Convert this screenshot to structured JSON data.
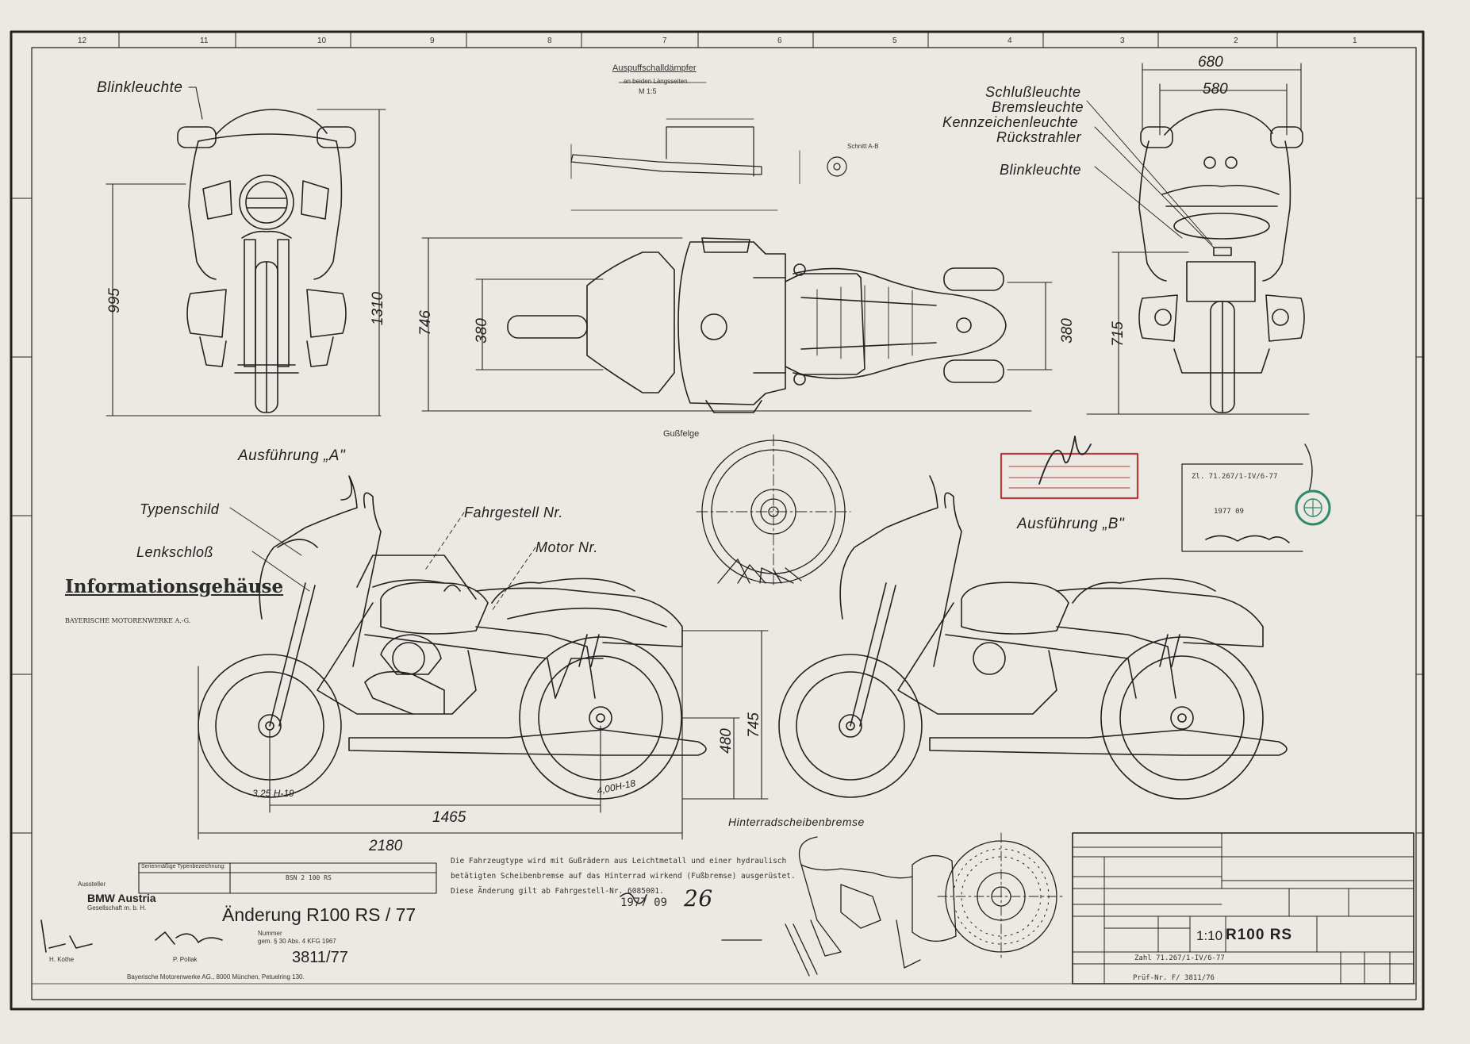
{
  "labels": {
    "blinkleuchte_front": "Blinkleuchte",
    "schlussleuchte": "Schlußleuchte",
    "bremsleuchte": "Bremsleuchte",
    "kennzeichenleuchte": "Kennzeichenleuchte",
    "rueckstrahler": "Rückstrahler",
    "blinkleuchte_rear": "Blinkleuchte",
    "ausfuehrung_a": "Ausführung „A\"",
    "ausfuehrung_b": "Ausführung „B\"",
    "gussfelge": "Gußfelge",
    "typenschild": "Typenschild",
    "lenkschloss": "Lenkschloß",
    "fahrgestell_nr": "Fahrgestell Nr.",
    "motor_nr": "Motor Nr.",
    "hinterradscheibenbremse": "Hinterradscheibenbremse",
    "auspuff_title": "Auspuffschalldämpfer",
    "auspuff_sub": "an beiden Längsseiten",
    "auspuff_scale": "M 1:5",
    "schnitt": "Schnitt A-B"
  },
  "dimensions": {
    "w680": "680",
    "w580": "580",
    "h995": "995",
    "h1310": "1310",
    "h746": "746",
    "h380_top": "380",
    "h380_rear": "380",
    "h715": "715",
    "h480": "480",
    "h745": "745",
    "l1465": "1465",
    "l2180": "2180",
    "tire_front": "3,25 H-19",
    "tire_rear": "4,00H-18"
  },
  "border_numbers": [
    "12",
    "11",
    "10",
    "9",
    "8",
    "7",
    "6",
    "5",
    "4",
    "3",
    "2",
    "1"
  ],
  "note": {
    "line1": "Die Fahrzeugtype wird mit Gußrädern aus Leichtmetall und einer hydraulisch",
    "line2": "betätigten Scheibenbremse auf das Hinterrad wirkend (Fußbremse) ausgerüstet.",
    "line3": "Diese Änderung gilt ab Fahrgestell-Nr. 6085001.",
    "date": "1977 09",
    "handwritten": "26"
  },
  "issuer": {
    "aussteller_label": "Aussteller",
    "company": "BMW Austria",
    "company_sub": "Gesellschaft m. b. H.",
    "signer1": "H. Kothe",
    "signer2": "P. Pollak",
    "footer": "Bayerische Motorenwerke AG., 8000 München, Petuelring 130."
  },
  "change": {
    "title": "Änderung R100 RS / 77",
    "nummer_label": "Nummer",
    "law_ref": "gem. § 30 Abs. 4 KFG 1967",
    "number": "3811/77",
    "box_label": "Serienmäßige Typenbezeichnung:",
    "box_value": "BSN 2 100 RS"
  },
  "info_stamp": {
    "title": "Informationsgehäuse",
    "company": "BAYERISCHE MOTORENWERKE A.-G."
  },
  "approval": {
    "ref": "Zl. 71.267/1-IV/6-77",
    "date": "1977 09"
  },
  "title_block": {
    "scale": "1:10",
    "model": "R100 RS",
    "zahl": "Zahl 71.267/1-IV/6-77",
    "pruef": "Prüf-Nr. F/ 3811/76"
  },
  "colors": {
    "paper": "#ece9e2",
    "ink": "#1f1f1f",
    "stamp_red": "#b53a3a",
    "stamp_green": "#2f8a6e"
  }
}
